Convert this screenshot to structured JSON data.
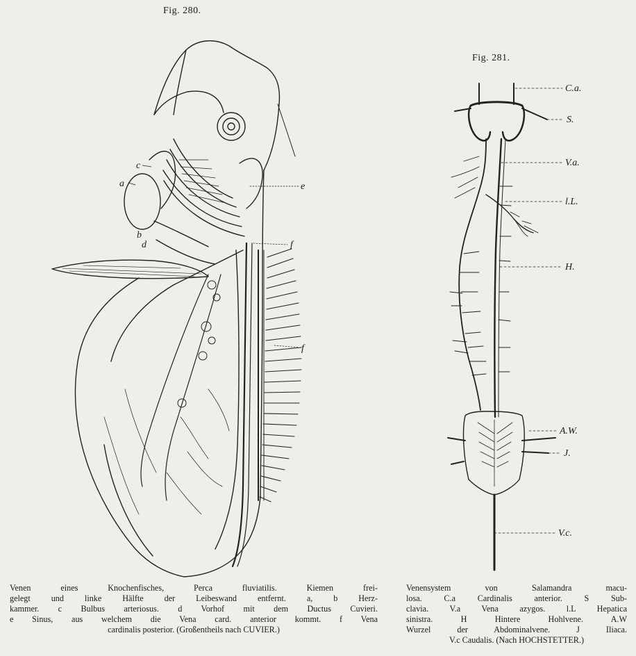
{
  "figure_280": {
    "title": "Fig. 280.",
    "labels": {
      "a": "a",
      "b": "b",
      "c": "c",
      "d": "d",
      "e": "e",
      "f1": "f",
      "f2": "f"
    },
    "caption": [
      "Venen eines Knochenfisches, Perca fluviatilis. Kiemen frei-",
      "gelegt und linke Hälfte der Leibeswand entfernt. a, b Herz-",
      "kammer. c Bulbus arteriosus. d Vorhof mit dem Ductus Cuvieri.",
      "e Sinus, aus welchem die Vena card. anterior kommt. f Vena",
      "cardinalis posterior. (Großentheils nach CUVIER.)"
    ]
  },
  "figure_281": {
    "title": "Fig. 281.",
    "labels": {
      "ca": "C.a.",
      "s": "S.",
      "va": "V.a.",
      "ll": "l.L.",
      "h": "H.",
      "aw": "A.W.",
      "j": "J.",
      "vc": "V.c."
    },
    "caption": [
      "Venensystem von Salamandra macu-",
      "losa. C.a Cardinalis anterior. S Sub-",
      "clavia. V.a Vena azygos. l.L Hepatica",
      "sinistra. H Hintere Hohlvene. A.W",
      "Wurzel der Abdominalvene. J Iliaca.",
      "V.c Caudalis. (Nach HOCHSTETTER.)"
    ]
  }
}
